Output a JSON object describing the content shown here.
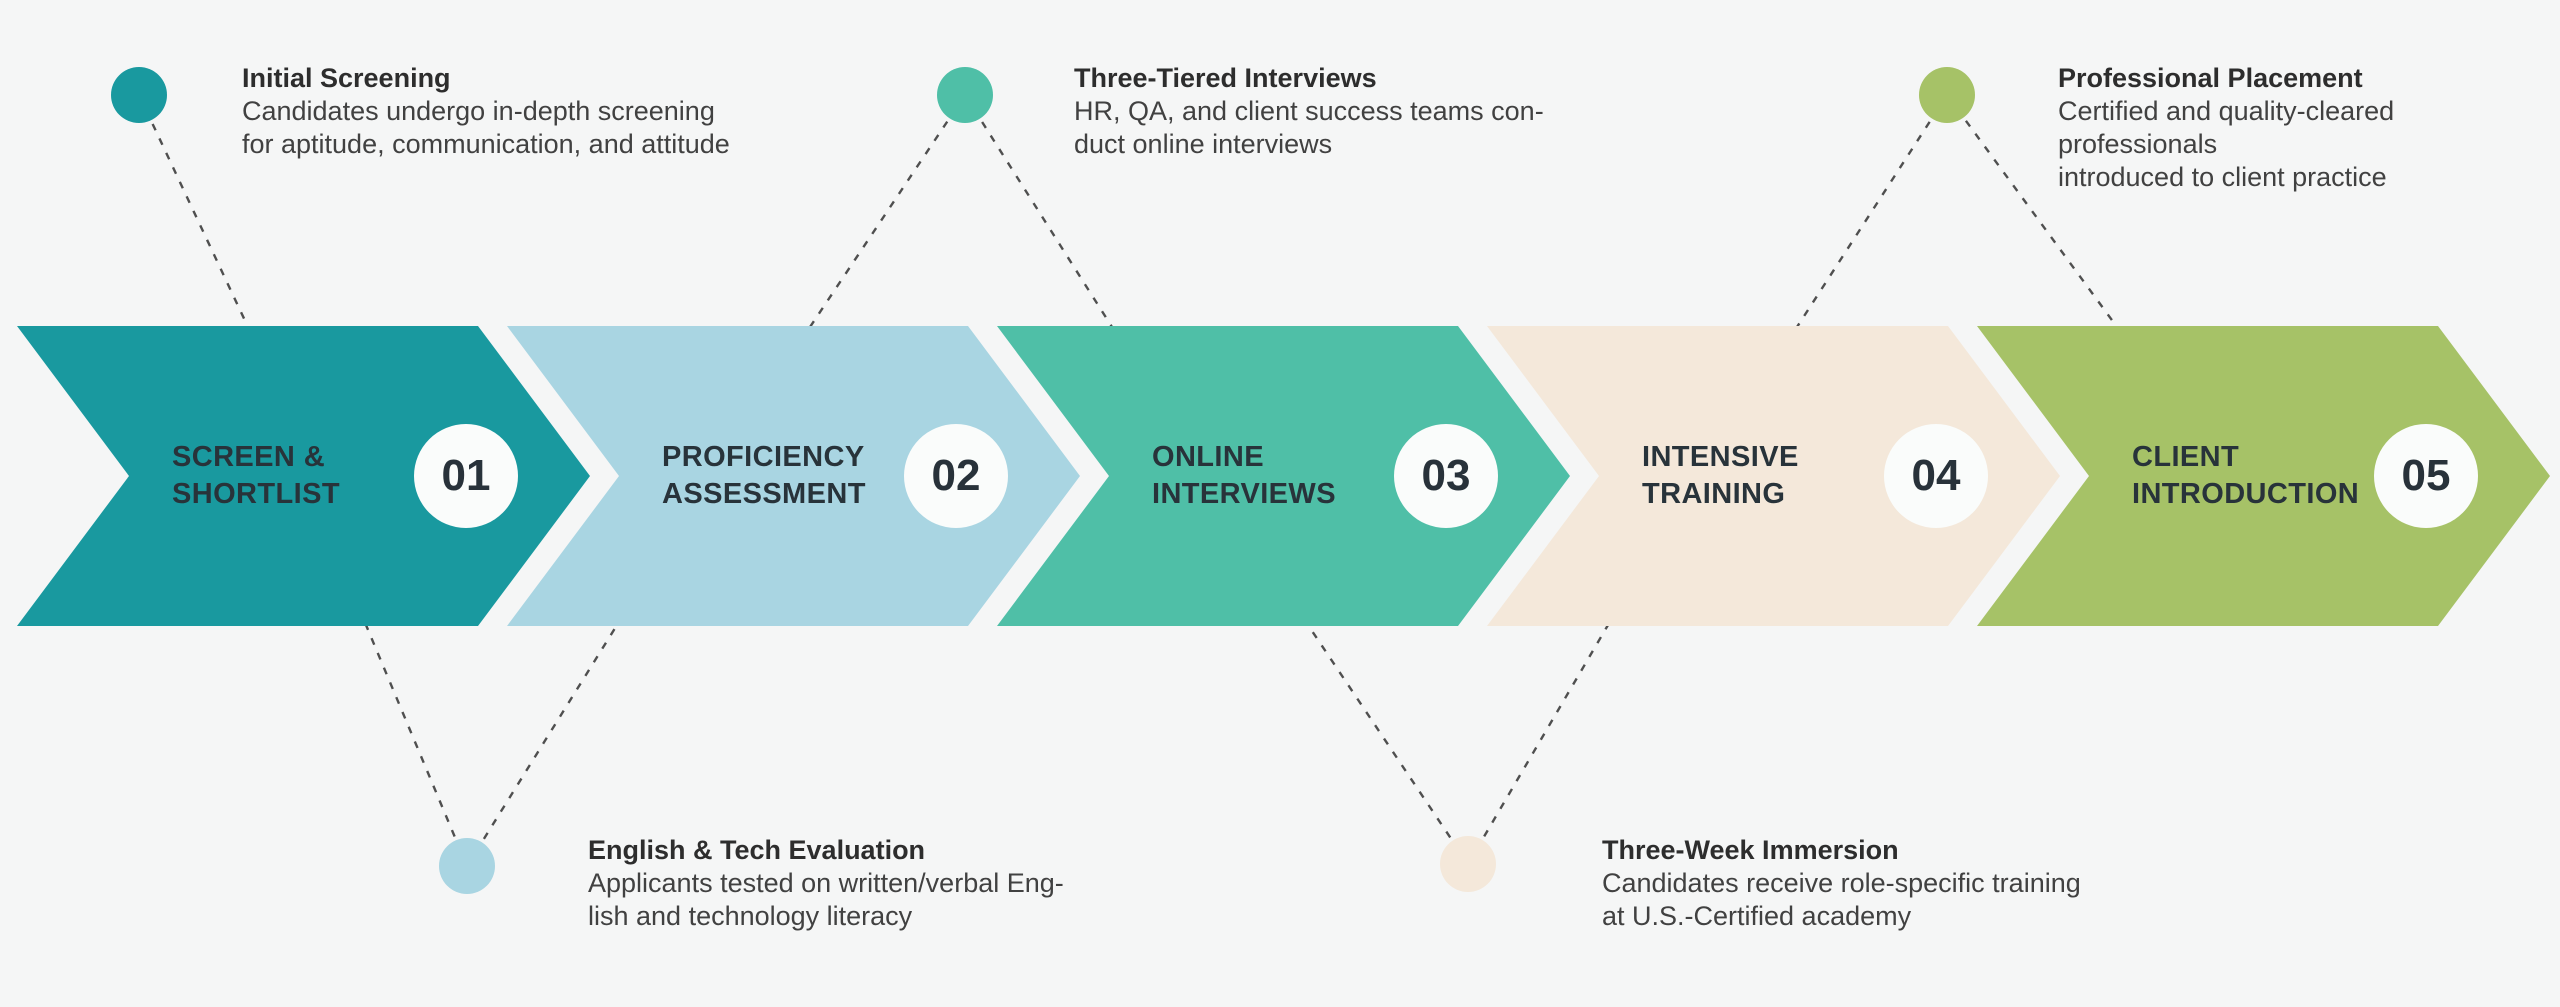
{
  "background_color": "#f5f6f6",
  "connector_color": "#4f4f4f",
  "badge_fill": "#fafcfb",
  "steps": [
    {
      "number": "01",
      "label": "SCREEN &\nSHORTLIST",
      "color": "#19999f"
    },
    {
      "number": "02",
      "label": "PROFICIENCY\nASSESSMENT",
      "color": "#a9d5e2"
    },
    {
      "number": "03",
      "label": "ONLINE\nINTERVIEWS",
      "color": "#4fbfa7"
    },
    {
      "number": "04",
      "label": "INTENSIVE\nTRAINING",
      "color": "#f4e8da"
    },
    {
      "number": "05",
      "label": "CLIENT\nINTRODUCTION",
      "color": "#a6c267"
    }
  ],
  "callouts": [
    {
      "title": "Initial Screening",
      "body": "Candidates undergo in-depth screening\nfor aptitude, communication, and attitude",
      "dot_color": "#19999f",
      "position": "top"
    },
    {
      "title": "Three-Tiered Interviews",
      "body": "HR, QA, and client success teams con-\nduct online interviews",
      "dot_color": "#4fbfa7",
      "position": "top"
    },
    {
      "title": "Professional Placement",
      "body": "Certified and quality-cleared professionals\nintroduced to client practice",
      "dot_color": "#a6c267",
      "position": "top"
    },
    {
      "title": "English & Tech Evaluation",
      "body": "Applicants tested on written/verbal Eng-\nlish and technology literacy",
      "dot_color": "#a9d5e2",
      "position": "bottom"
    },
    {
      "title": "Three-Week Immersion",
      "body": "Candidates receive role-specific training\nat U.S.-Certified academy",
      "dot_color": "#f4e8da",
      "position": "bottom"
    }
  ]
}
